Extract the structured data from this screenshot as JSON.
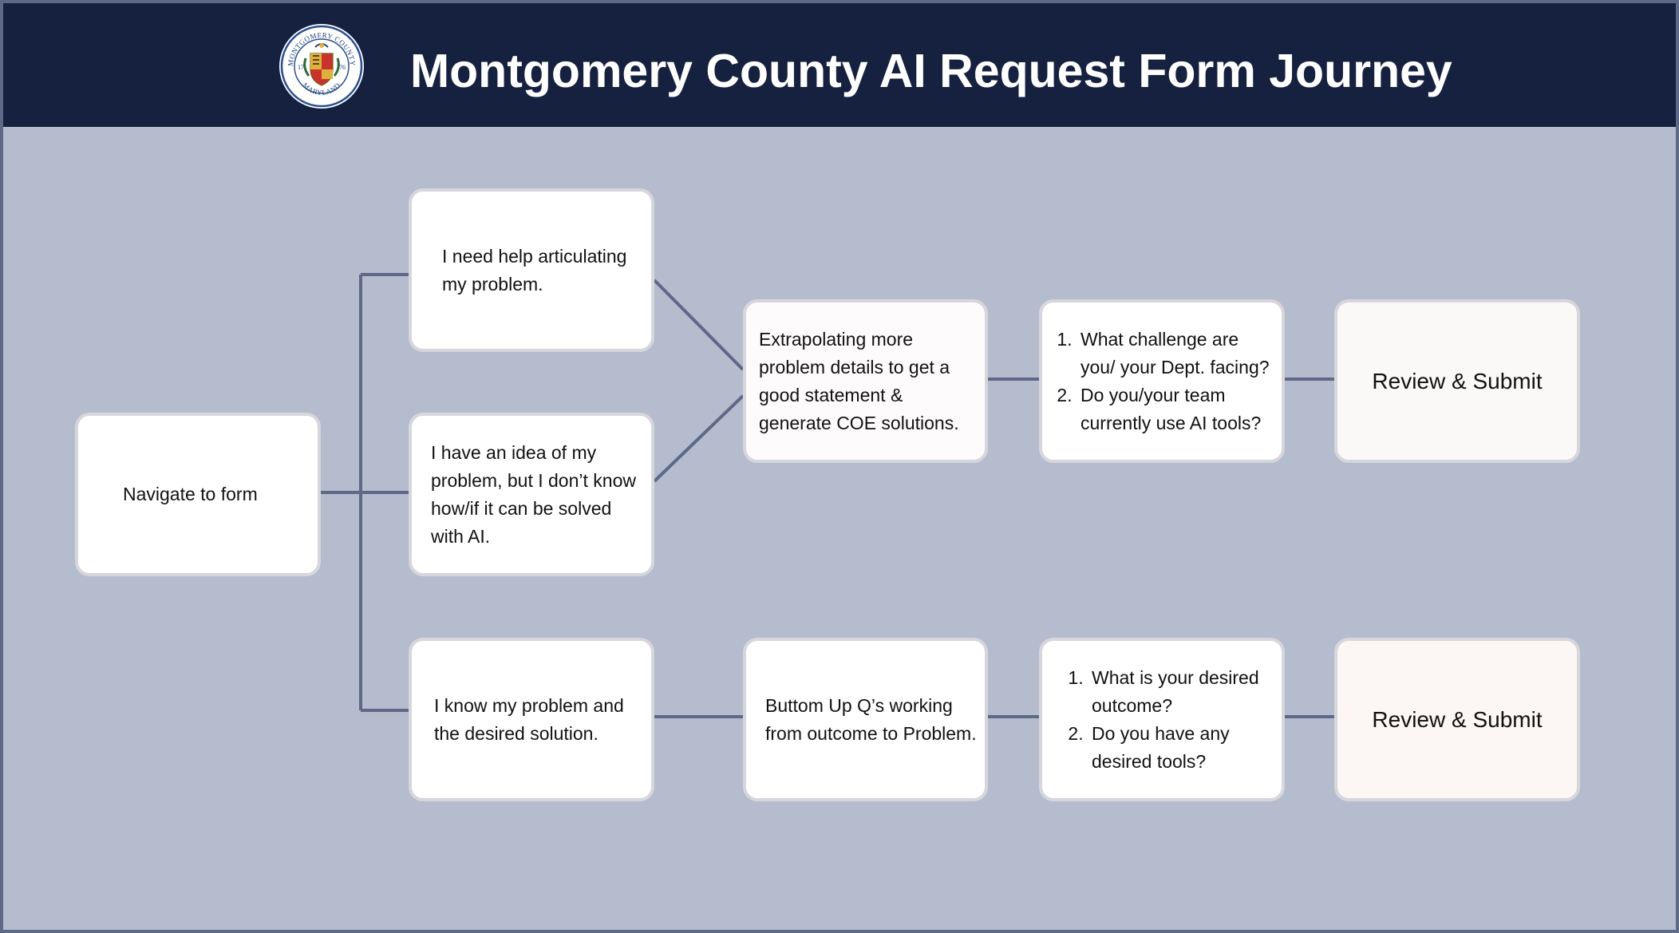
{
  "header": {
    "title": "Montgomery County AI Request Form Journey",
    "seal": {
      "top_text": "MONTGOMERY COUNTY",
      "bottom_text": "MARYLAND",
      "year_left": "17",
      "year_right": "76"
    }
  },
  "colors": {
    "header_bg": "#16213f",
    "canvas_bg": "#b5bccd",
    "connector": "#5e6887",
    "box_bg": "#ffffff",
    "box_border": "#d6d6dc"
  },
  "flow": {
    "start": "Navigate to form",
    "option_help": "I need help articulating my problem.",
    "option_idea": "I have an idea of my problem, but I don’t know how/if it can be solved with AI.",
    "option_know": "I know my problem and the desired solution.",
    "extrapolate": "Extrapolating more problem details to get a good statement & generate COE solutions.",
    "questions_top": [
      "What challenge are you/ your Dept. facing?",
      "Do you/your team currently use AI tools?"
    ],
    "review_top": "Review & Submit",
    "bottom_up": "Buttom Up Q’s working from outcome to Problem.",
    "questions_bottom": [
      "What is your desired outcome?",
      "Do you have any desired tools?"
    ],
    "review_bottom": "Review & Submit"
  }
}
